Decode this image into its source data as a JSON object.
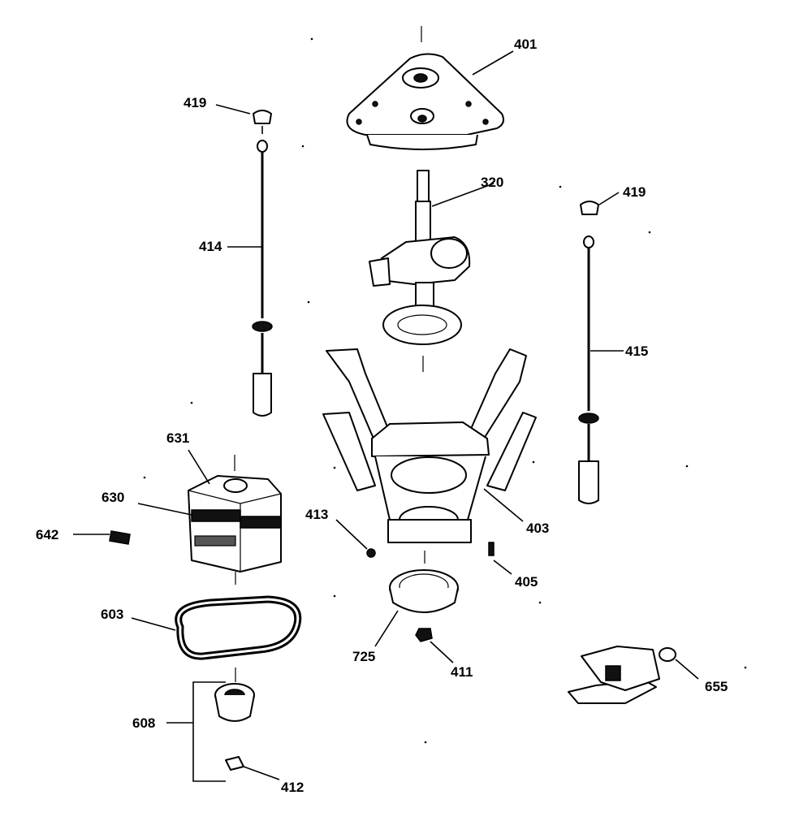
{
  "diagram": {
    "callouts": {
      "p401": "401",
      "p419a": "419",
      "p419b": "419",
      "p320": "320",
      "p414": "414",
      "p415": "415",
      "p631": "631",
      "p630": "630",
      "p642": "642",
      "p413": "413",
      "p403": "403",
      "p405": "405",
      "p603": "603",
      "p725": "725",
      "p411": "411",
      "p655": "655",
      "p608": "608",
      "p412": "412"
    }
  }
}
